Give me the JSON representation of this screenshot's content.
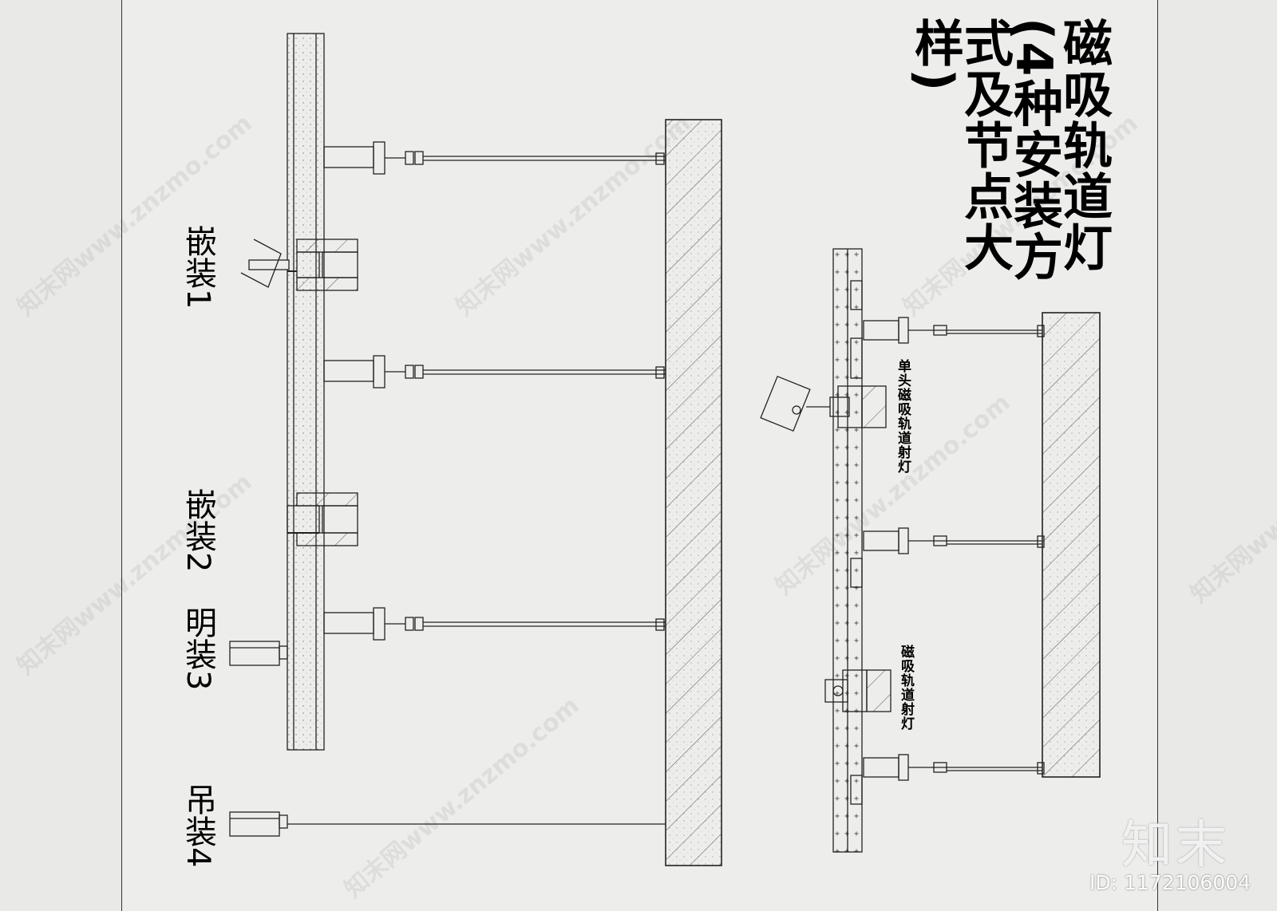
{
  "title": "磁吸轨道灯(4种安装方式及节点大样)",
  "left_labels": [
    "嵌装1",
    "嵌装2",
    "明装3",
    "吊装4"
  ],
  "right_labels": [
    "单头磁吸轨道射灯",
    "磁吸轨道射灯"
  ],
  "watermark": "知末网www.znzmo.com",
  "logo": "知末",
  "image_id": "ID: 1172106004"
}
